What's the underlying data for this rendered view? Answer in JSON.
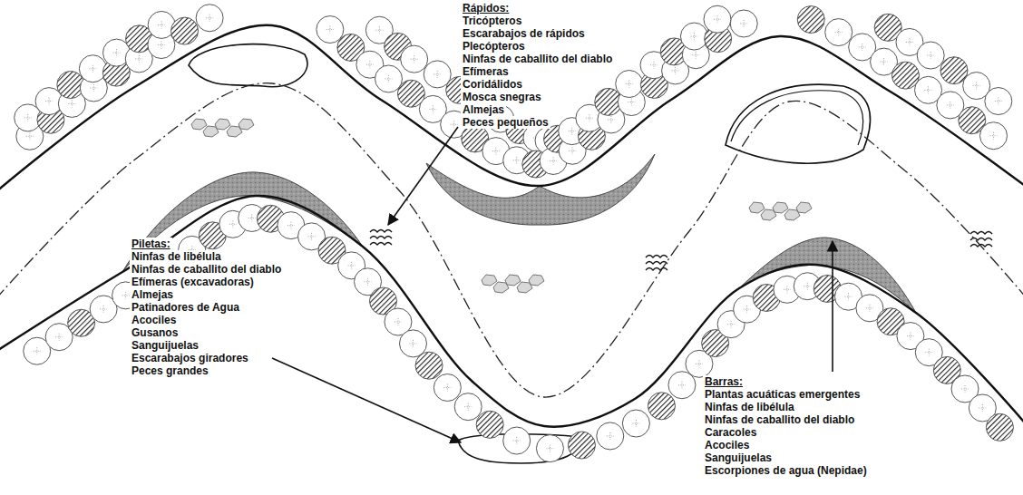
{
  "diagram": {
    "labels": [
      "Rápidos:",
      "Tricópteros",
      "Escarabajos de rápidos",
      "Plecópteros",
      "Ninfas de caballito del diablo",
      "Efímeras",
      "Coridálidos",
      "Mosca snegras",
      "Almejas",
      "Peces pequeños",
      "Piletas:",
      "Ninfas de libélula",
      "Ninfas de caballito del diablo",
      "Efímeras (excavadoras)",
      "Almejas",
      "Patinadores de Agua",
      "Acociles",
      "Gusanos",
      "Sanguijuelas",
      "Escarabajos giradores",
      "Peces grandes",
      "Barras:",
      "Plantas acuáticas emergentes",
      "Ninfas de libélula",
      "Ninfas de caballito del diablo",
      "Caracoles",
      "Acociles",
      "Sanguijuelas",
      "Escorpiones de agua (Nepidae)"
    ]
  }
}
